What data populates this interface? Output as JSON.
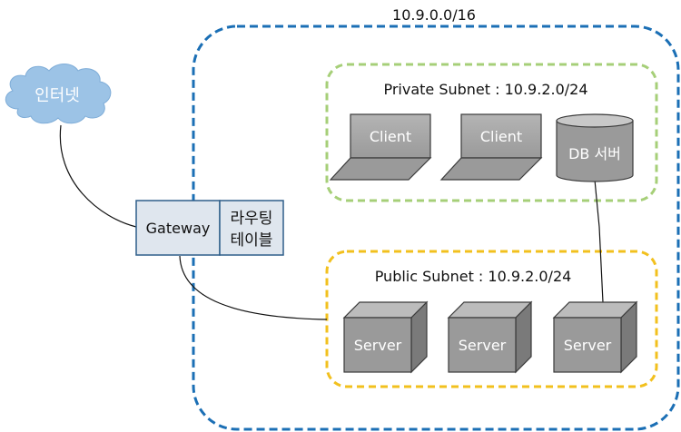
{
  "vpc": {
    "cidr": "10.9.0.0/16"
  },
  "internet": {
    "label": "인터넷"
  },
  "gateway": {
    "label": "Gateway"
  },
  "routing_table": {
    "line1": "라우팅",
    "line2": "테이블"
  },
  "private_subnet": {
    "title": "Private Subnet : 10.9.2.0/24",
    "clients": [
      "Client",
      "Client"
    ],
    "db": "DB 서버"
  },
  "public_subnet": {
    "title": "Public Subnet : 10.9.2.0/24",
    "servers": [
      "Server",
      "Server",
      "Server"
    ]
  },
  "colors": {
    "vpc_border": "#1b6fb5",
    "private_border": "#a6cf78",
    "public_border": "#f2c01e",
    "cloud": "#9cc3e6",
    "gateway_fill": "#dfe6ee",
    "gateway_border": "#2f5f8a",
    "device_gray": "#9a9a9a"
  }
}
